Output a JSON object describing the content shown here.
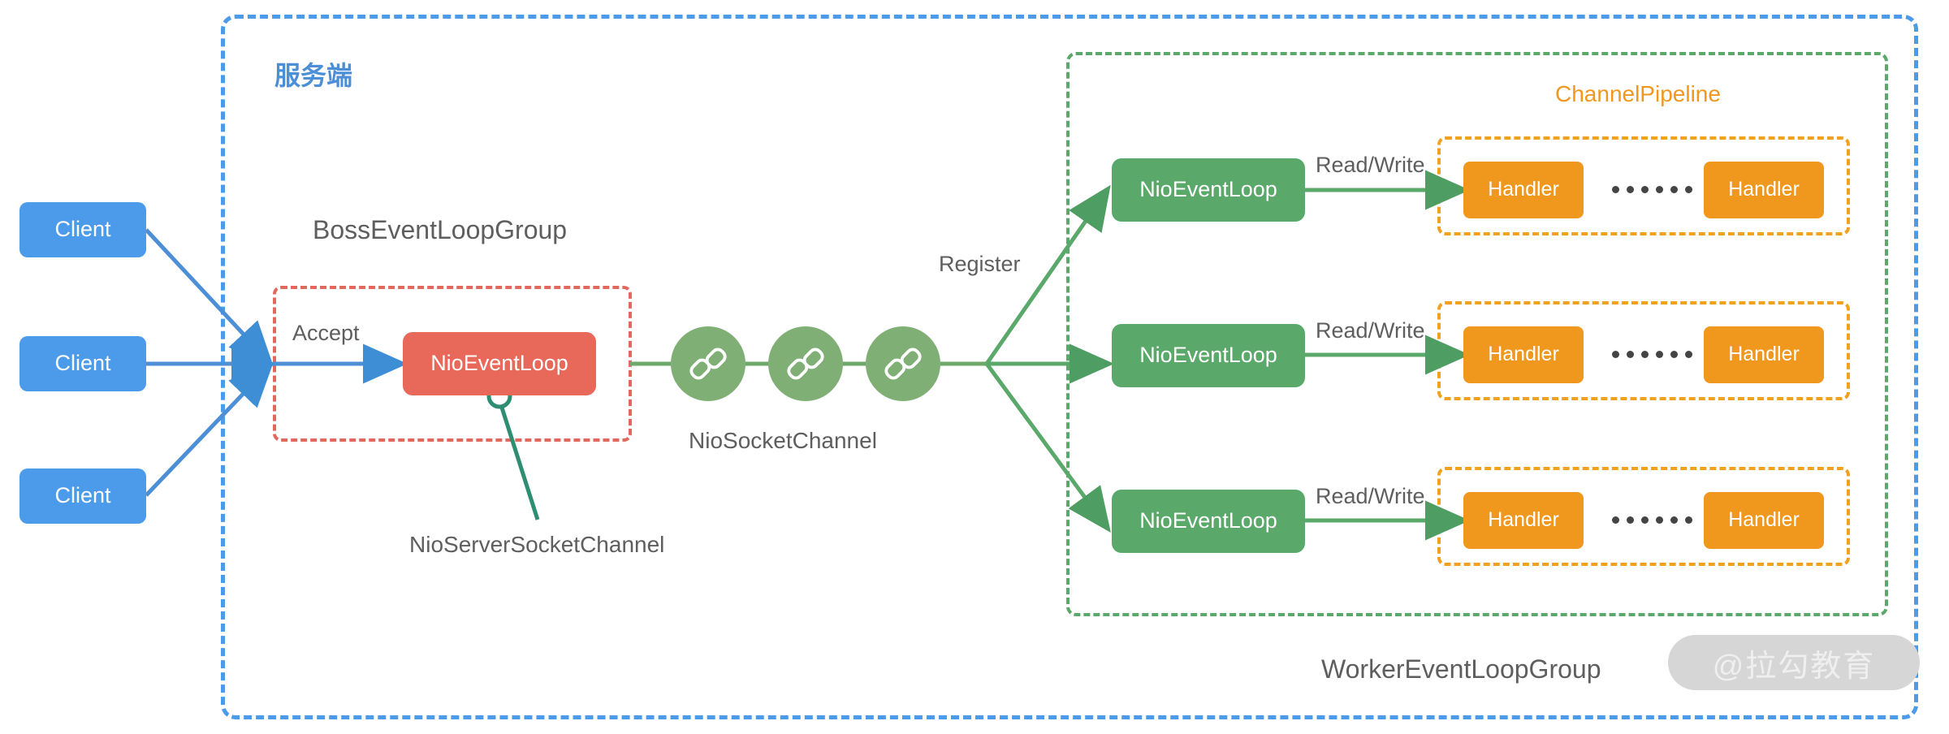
{
  "diagram": {
    "title_server": "服务端",
    "boss_group_label": "BossEventLoopGroup",
    "worker_group_label": "WorkerEventLoopGroup",
    "pipeline_label": "ChannelPipeline",
    "accept_label": "Accept",
    "register_label": "Register",
    "readwrite_label": "Read/Write",
    "server_socket_channel_caption": "NioServerSocketChannel",
    "socket_channel_caption": "NioSocketChannel",
    "boss_event_loop_label": "NioEventLoop",
    "watermark": "@拉勾教育"
  },
  "clients": [
    {
      "label": "Client"
    },
    {
      "label": "Client"
    },
    {
      "label": "Client"
    }
  ],
  "socket_channels": [
    {
      "icon": "chain-link-icon"
    },
    {
      "icon": "chain-link-icon"
    },
    {
      "icon": "chain-link-icon"
    }
  ],
  "worker_rows": [
    {
      "event_loop_label": "NioEventLoop",
      "readwrite_label": "Read/Write",
      "handlers": [
        {
          "label": "Handler"
        },
        {
          "label": "Handler"
        }
      ]
    },
    {
      "event_loop_label": "NioEventLoop",
      "readwrite_label": "Read/Write",
      "handlers": [
        {
          "label": "Handler"
        },
        {
          "label": "Handler"
        }
      ]
    },
    {
      "event_loop_label": "NioEventLoop",
      "readwrite_label": "Read/Write",
      "handlers": [
        {
          "label": "Handler"
        },
        {
          "label": "Handler"
        }
      ]
    }
  ],
  "colors": {
    "client_blue": "#4C9BEA",
    "boss_red": "#E8685A",
    "worker_green": "#5BA86B",
    "handler_orange": "#F0971E",
    "channel_circle_green": "#7FAF75",
    "server_border_blue": "#4C9BEA",
    "accept_border_red": "#E0685C",
    "worker_border_green": "#5BA86B",
    "pipeline_border_orange": "#F0A21E",
    "text_gray": "#5E5E5E"
  }
}
